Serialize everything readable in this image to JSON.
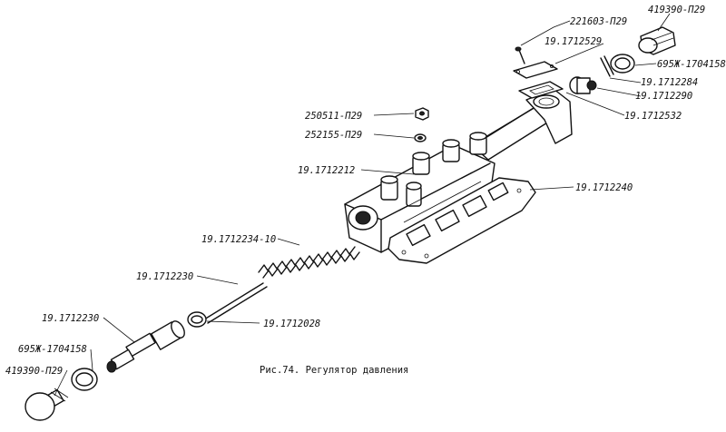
{
  "labels": {
    "l221603": "221603-П29",
    "l419390_top": "419390-П29",
    "l1712529": "19.1712529",
    "l695_top": "695Ж-1704158",
    "l1712284": "19.1712284",
    "l1712290": "19.1712290",
    "l1712532": "19.1712532",
    "l250511": "250511-П29",
    "l252155": "252155-П29",
    "l1712212": "19.1712212",
    "l1712240": "19.1712240",
    "l1712234": "19.1712234-10",
    "l1712230_upper": "19.1712230",
    "l1712028": "19.1712028",
    "l1712230_lower": "19.1712230",
    "l695_bottom": "695Ж-1704158",
    "l419390_bottom": "419390-П29"
  },
  "caption": "Рис.74. Регулятор давления"
}
